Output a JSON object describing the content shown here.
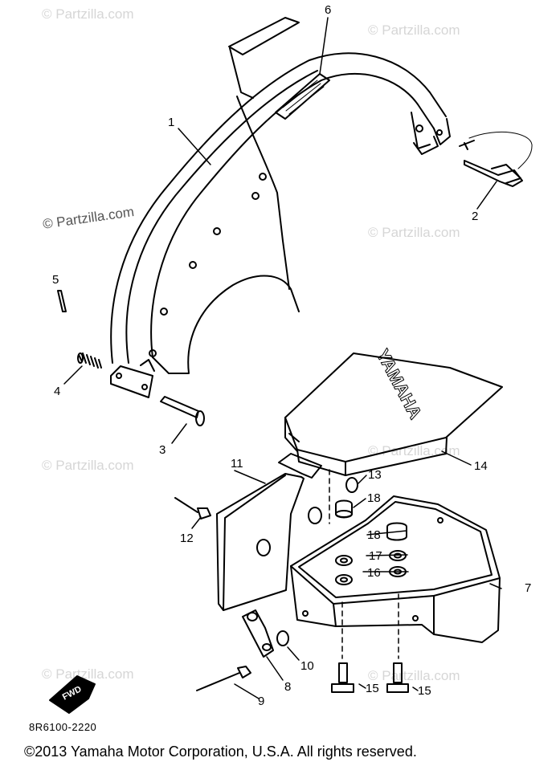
{
  "watermark": "© Partzilla.com",
  "part_callouts": [
    "1",
    "2",
    "3",
    "4",
    "5",
    "6",
    "7",
    "8",
    "9",
    "10",
    "11",
    "12",
    "13",
    "14",
    "15",
    "15",
    "16",
    "17",
    "18",
    "18"
  ],
  "cover_lettering": "YAMAHA",
  "drawing_code": "8R6100-2220",
  "copyright": "©2013  Yamaha Motor Corporation, U.S.A. All rights reserved."
}
